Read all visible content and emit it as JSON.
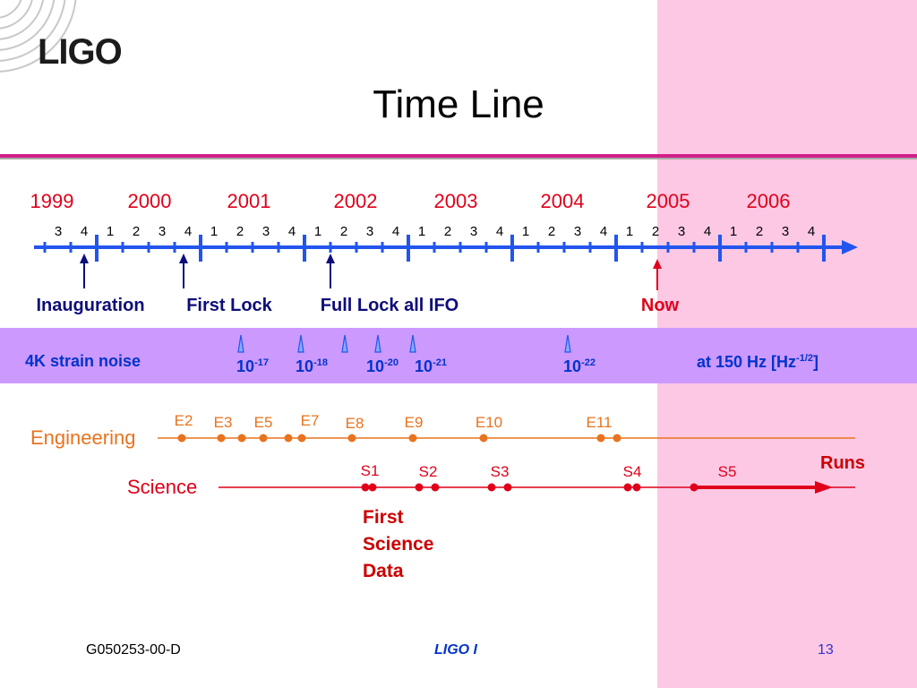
{
  "header": {
    "logo_text": "LIGO",
    "title": "Time Line"
  },
  "timeline": {
    "years": [
      "1999",
      "2000",
      "2001",
      "2002",
      "2003",
      "2004",
      "2005",
      "2006"
    ],
    "quarters": [
      "3",
      "4",
      "1",
      "2",
      "3",
      "4",
      "1",
      "2",
      "3",
      "4",
      "1",
      "2",
      "3",
      "4",
      "1",
      "2",
      "3",
      "4",
      "1",
      "2",
      "3",
      "4",
      "1",
      "2",
      "3",
      "4",
      "1",
      "2",
      "3",
      "4"
    ],
    "milestones": [
      "Inauguration",
      "First Lock",
      "Full Lock all IFO"
    ],
    "now_label": "Now"
  },
  "strain_noise": {
    "label": "4K strain noise",
    "values": [
      {
        "base": "10",
        "exp": "-17"
      },
      {
        "base": "10",
        "exp": "-18"
      },
      {
        "base": "10",
        "exp": "-20"
      },
      {
        "base": "10",
        "exp": "-21"
      },
      {
        "base": "10",
        "exp": "-22"
      }
    ],
    "unit_prefix": "at 150 Hz [Hz",
    "unit_exp": "-1/2",
    "unit_suffix": "]"
  },
  "runs": {
    "engineering_label": "Engineering",
    "science_label": "Science",
    "runs_label": "Runs",
    "engineering": [
      "E2",
      "E3",
      "E5",
      "E7",
      "E8",
      "E9",
      "E10",
      "E11"
    ],
    "science": [
      "S1",
      "S2",
      "S3",
      "S4",
      "S5"
    ],
    "first_data_lines": [
      "First",
      "Science",
      "Data"
    ]
  },
  "footer": {
    "code": "G050253-00-D",
    "center": "LIGO I",
    "page": "13"
  },
  "colors": {
    "pink_panel": "#fcc8e4",
    "title_rule": "#d0208a",
    "axis_blue": "#2255ee",
    "year_red": "#e0001a",
    "milestone_navy": "#0d0d7a",
    "noise_band": "#cc99ff",
    "engineering_orange": "#e8731e",
    "science_red": "#e0001a"
  }
}
